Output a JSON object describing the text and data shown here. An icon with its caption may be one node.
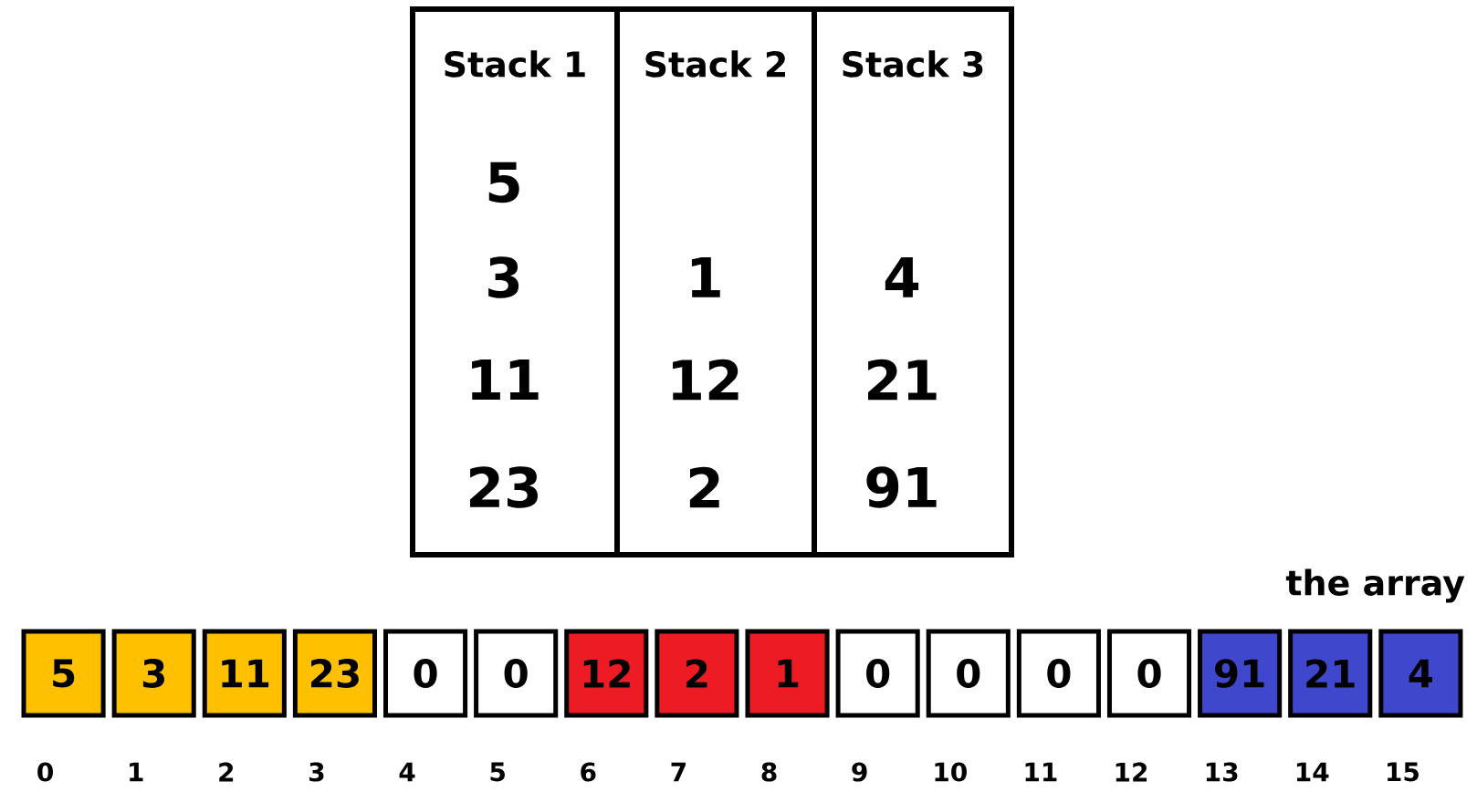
{
  "diagram": {
    "nodes": [
      {
        "text": [
          "Stack 1",
          "5",
          "3",
          "11",
          "23"
        ]
      },
      {
        "text": [
          "Stack 2",
          "1",
          "12",
          "2"
        ]
      },
      {
        "text": [
          "Stack 3",
          "4",
          "21",
          "91"
        ]
      },
      {
        "text": [
          "5"
        ]
      },
      {
        "text": [
          "3"
        ]
      },
      {
        "text": [
          "11"
        ]
      },
      {
        "text": [
          "23"
        ]
      },
      {
        "text": [
          "0"
        ]
      },
      {
        "text": [
          "0"
        ]
      },
      {
        "text": [
          "12"
        ]
      },
      {
        "text": [
          "2"
        ]
      },
      {
        "text": [
          "1"
        ]
      },
      {
        "text": [
          "0"
        ]
      },
      {
        "text": [
          "0"
        ]
      },
      {
        "text": [
          "0"
        ]
      },
      {
        "text": [
          "0"
        ]
      },
      {
        "text": [
          "91"
        ]
      },
      {
        "text": [
          "21"
        ]
      },
      {
        "text": [
          "4"
        ]
      }
    ],
    "labels": [
      "the array",
      "0",
      "1",
      "2",
      "3",
      "4",
      "5",
      "6",
      "7",
      "8",
      "9",
      "10",
      "11",
      "12",
      "13",
      "14",
      "15"
    ]
  }
}
